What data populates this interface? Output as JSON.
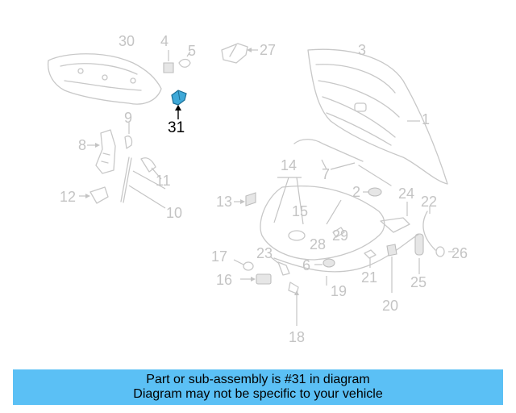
{
  "diagram": {
    "highlighted_part": "31",
    "part_labels": [
      "1",
      "2",
      "3",
      "4",
      "5",
      "6",
      "7",
      "8",
      "9",
      "10",
      "11",
      "12",
      "13",
      "14",
      "15",
      "16",
      "17",
      "18",
      "19",
      "20",
      "21",
      "22",
      "23",
      "24",
      "25",
      "26",
      "27",
      "28",
      "29",
      "30",
      "31"
    ],
    "highlight_color": "#3fa9d8",
    "label_color": "#c4c4c4"
  },
  "banner": {
    "line1": "Part or sub-assembly is #31 in diagram",
    "line2": "Diagram may not be specific to your vehicle",
    "background": "#5bc0f5"
  }
}
